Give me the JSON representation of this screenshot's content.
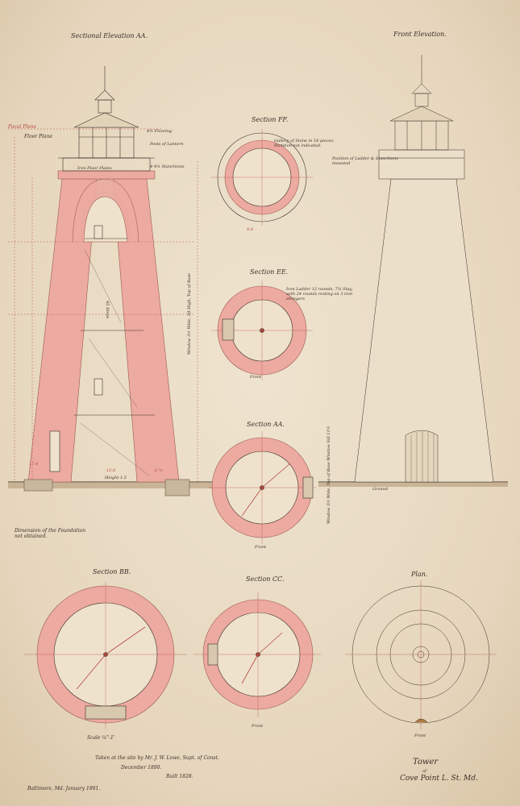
{
  "sheet": {
    "paper_color": "#e9dcc6",
    "masonry_color": "#ecaaa0",
    "ink_color": "#3b2f28",
    "dimension_red": "#c0574c"
  },
  "titles": {
    "sectional_elevation": "Sectional Elevation AA.",
    "front_elevation": "Front Elevation.",
    "section_ff": "Section FF.",
    "section_ee": "Section EE.",
    "section_aa": "Section AA.",
    "section_bb": "Section BB.",
    "section_cc": "Section CC.",
    "plan": "Plan."
  },
  "annotations": {
    "focal_plane": "Focal Plane",
    "floor_plane": "Floor Plane",
    "deck_flooring": "4½ Flooring",
    "stanchions": "4-4½ Stanchions",
    "posts": "Posts of Lantern",
    "iron_floor_plates": "Iron Floor Plates",
    "gallery_note": "Gallery of Stone in 16 pieces, Partition not indicated.",
    "ladder_note": "Position of Ladder & Stanchions mounted",
    "iron_ladder_note": "Iron Ladder 12 rounds, 7¼ Stay, with 24 rounds resting on 3 iron stringers",
    "foundation_note": "Dimension of the Foundation not obtained.",
    "window_ee": "Window 3½ Wide, 3ft High, Top of Base",
    "window_aa": "Window 3½ Wide, Top of Base Window Sill 11½"
  },
  "dimensions": {
    "dim_base": "17.4",
    "dim_offset": "6 ⅞",
    "dim_bottom": "Height 1.5",
    "dim_steps": "42 Steps",
    "dim_inside": "12.6",
    "dim_ground": "Ground",
    "dim_front": "Front",
    "dim_scale": "Scale ¼\"-1'",
    "dim_section_top": "8.4"
  },
  "footer": {
    "taken_note": "Taken at the site by Mr. J. W. Lowe, Supt. of Const.",
    "date_note": "December 1890.",
    "built": "Built 1828.",
    "office": "Baltimore, Md. January 1891.",
    "tower_title": "Tower",
    "tower_of": "of",
    "tower_name": "Cove Point L. St. Md."
  }
}
